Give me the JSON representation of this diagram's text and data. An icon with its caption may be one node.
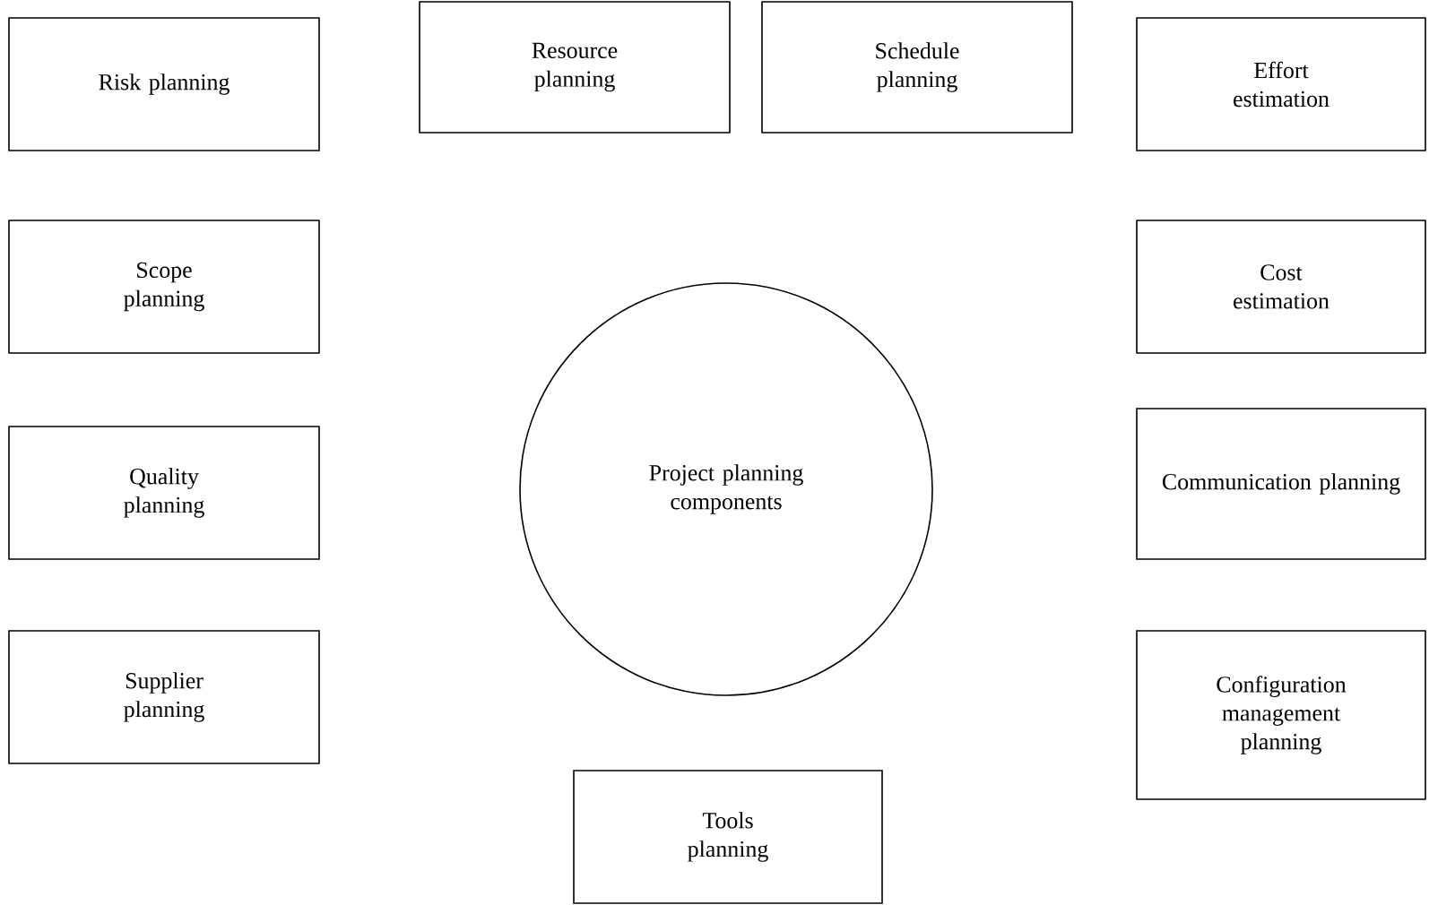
{
  "diagram": {
    "nodes": [
      {
        "text": [
          "Risk planning"
        ]
      },
      {
        "text": [
          "Resource planning"
        ]
      },
      {
        "text": [
          "Schedule planning"
        ]
      },
      {
        "text": [
          "Effort estimation"
        ]
      },
      {
        "text": [
          "Scope planning"
        ]
      },
      {
        "text": [
          "Cost estimation"
        ]
      },
      {
        "text": [
          "Project planning components"
        ]
      },
      {
        "text": [
          "Quality planning"
        ]
      },
      {
        "text": [
          "Communication planning"
        ]
      },
      {
        "text": [
          "Supplier planning"
        ]
      },
      {
        "text": [
          "Configuration management planning"
        ]
      },
      {
        "text": [
          "Tools planning"
        ]
      }
    ]
  }
}
